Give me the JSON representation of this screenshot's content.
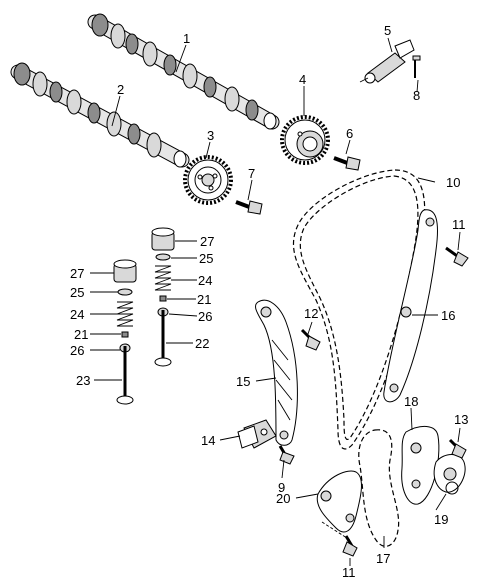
{
  "callouts": {
    "c1": "1",
    "c2": "2",
    "c3": "3",
    "c4": "4",
    "c5": "5",
    "c6": "6",
    "c7": "7",
    "c8": "8",
    "c9": "9",
    "c10": "10",
    "c11a": "11",
    "c11b": "11",
    "c12": "12",
    "c13": "13",
    "c14": "14",
    "c15": "15",
    "c16": "16",
    "c17": "17",
    "c18": "18",
    "c19": "19",
    "c20": "20",
    "c21a": "21",
    "c21b": "21",
    "c22": "22",
    "c23": "23",
    "c24a": "24",
    "c24b": "24",
    "c25a": "25",
    "c25b": "25",
    "c26a": "26",
    "c26b": "26",
    "c27a": "27",
    "c27b": "27"
  }
}
